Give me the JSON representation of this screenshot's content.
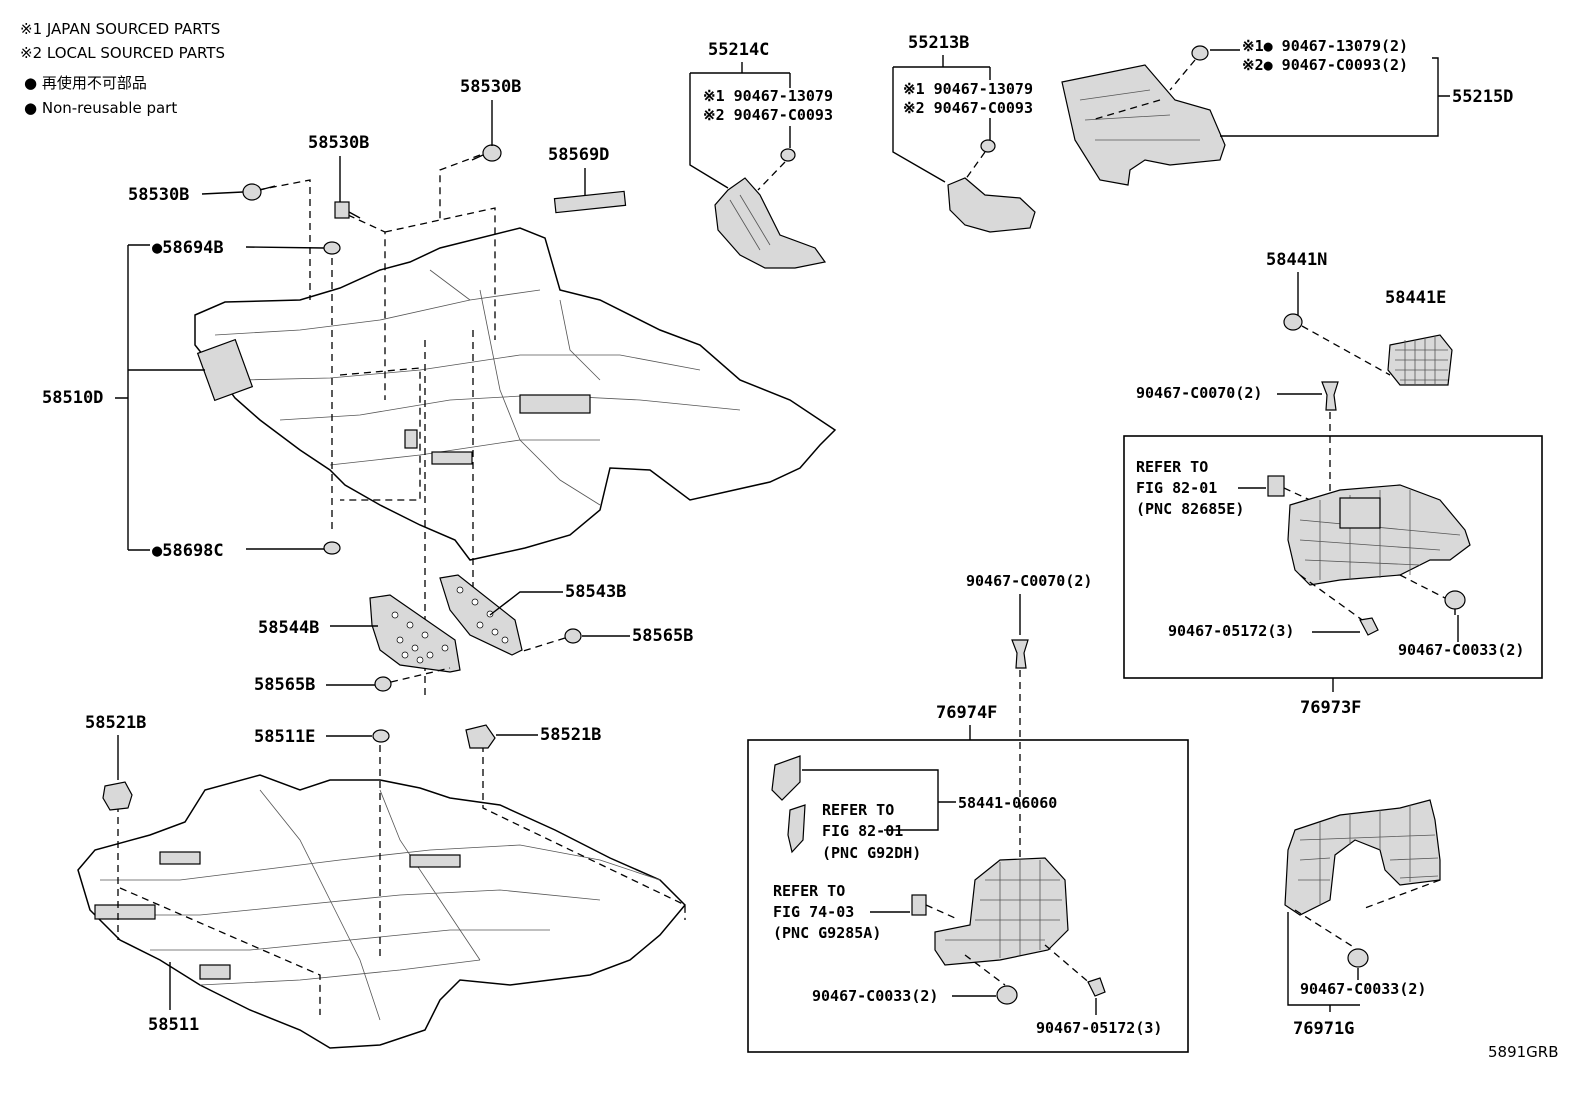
{
  "diagram_id": "5891GRB",
  "notes": {
    "japan": "※1 JAPAN SOURCED PARTS",
    "local": "※2 LOCAL SOURCED PARTS",
    "nonreuse_jp": "● 再使用不可部品",
    "nonreuse_en": "● Non-reusable part"
  },
  "labels": {
    "p55214C": "55214C",
    "p55214C_n1": "※1 90467-13079",
    "p55214C_n2": "※2 90467-C0093",
    "p55213B": "55213B",
    "p55213B_n1": "※1 90467-13079",
    "p55213B_n2": "※2 90467-C0093",
    "p55215D_n1": "※1● 90467-13079(2)",
    "p55215D_n2": "※2● 90467-C0093(2)",
    "p55215D": "55215D",
    "p58530B_a": "58530B",
    "p58530B_b": "58530B",
    "p58530B_c": "58530B",
    "p58569D": "58569D",
    "p58694B": "●58694B",
    "p58510D": "58510D",
    "p58698C": "●58698C",
    "p58543B": "58543B",
    "p58544B": "58544B",
    "p58565B_a": "58565B",
    "p58565B_b": "58565B",
    "p58521B_a": "58521B",
    "p58511E": "58511E",
    "p58521B_b": "58521B",
    "p58511": "58511",
    "p58441N": "58441N",
    "p58441E": "58441E",
    "p90467C0070_a": "90467-C0070(2)",
    "refer1_a": "REFER TO",
    "refer1_b": "FIG 82-01",
    "refer1_c": "(PNC 82685E)",
    "p9046705172_a": "90467-05172(3)",
    "p90467C0033_a": "90467-C0033(2)",
    "p76973F": "76973F",
    "p90467C0070_b": "90467-C0070(2)",
    "p76974F": "76974F",
    "p5844106060": "58441-06060",
    "refer2_a": "REFER TO",
    "refer2_b": "FIG 82-01",
    "refer2_c": "(PNC G92DH)",
    "refer3_a": "REFER TO",
    "refer3_b": "FIG 74-03",
    "refer3_c": "(PNC G9285A)",
    "p90467C0033_b": "90467-C0033(2)",
    "p9046705172_b": "90467-05172(3)",
    "p90467C0033_c": "90467-C0033(2)",
    "p76971G": "76971G"
  }
}
